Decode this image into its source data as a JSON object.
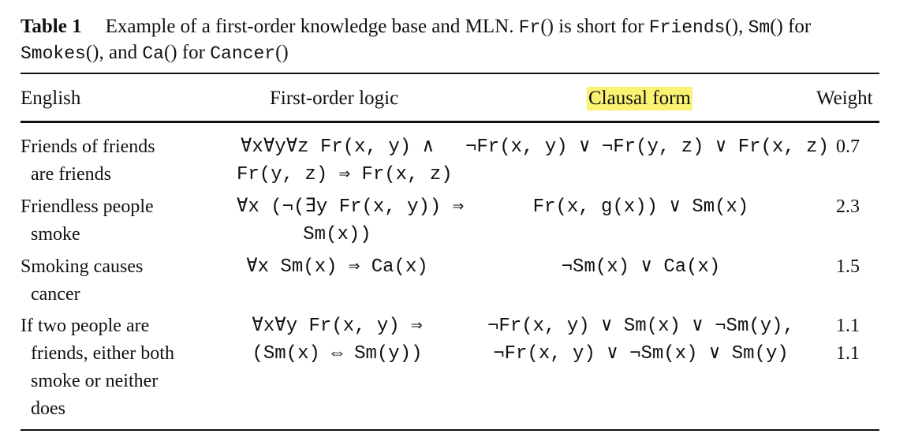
{
  "caption": {
    "label": "Table 1",
    "text_1": "Example of a first-order knowledge base and MLN. ",
    "code_fr": "Fr",
    "text_2": "() is short for ",
    "code_friends": "Friends",
    "text_3": "(), ",
    "code_sm": "Sm",
    "text_4": "() for ",
    "code_smokes": "Smokes",
    "text_5": "(), and ",
    "code_ca": "Ca",
    "text_6": "() for ",
    "code_cancer": "Cancer",
    "text_7": "()"
  },
  "headers": {
    "english": "English",
    "fol": "First-order logic",
    "clausal": "Clausal form",
    "weight": "Weight"
  },
  "highlight_color": "#faf272",
  "rows": [
    {
      "english": [
        "Friends of friends",
        "are friends"
      ],
      "fol": [
        "∀x∀y∀z Fr(x, y) ∧",
        "Fr(y, z) ⇒ Fr(x, z)"
      ],
      "clausal": [
        "¬Fr(x, y) ∨ ¬Fr(y, z) ∨ Fr(x, z)"
      ],
      "weight": [
        "0.7"
      ]
    },
    {
      "english": [
        "Friendless people",
        "smoke"
      ],
      "fol": [
        "∀x (¬(∃y Fr(x, y)) ⇒",
        "Sm(x))"
      ],
      "clausal": [
        "Fr(x, g(x)) ∨ Sm(x)"
      ],
      "weight": [
        "2.3"
      ]
    },
    {
      "english": [
        "Smoking causes",
        "cancer"
      ],
      "fol": [
        "∀x Sm(x) ⇒ Ca(x)"
      ],
      "clausal": [
        "¬Sm(x) ∨ Ca(x)"
      ],
      "weight": [
        "1.5"
      ]
    },
    {
      "english": [
        "If two people are",
        "friends, either both",
        "smoke or neither",
        "does"
      ],
      "fol": [
        "∀x∀y Fr(x, y) ⇒",
        "(Sm(x) ⇔ Sm(y))"
      ],
      "clausal": [
        "¬Fr(x, y) ∨ Sm(x) ∨ ¬Sm(y),",
        "¬Fr(x, y) ∨ ¬Sm(x) ∨ Sm(y)"
      ],
      "weight": [
        "1.1",
        "1.1"
      ]
    }
  ]
}
